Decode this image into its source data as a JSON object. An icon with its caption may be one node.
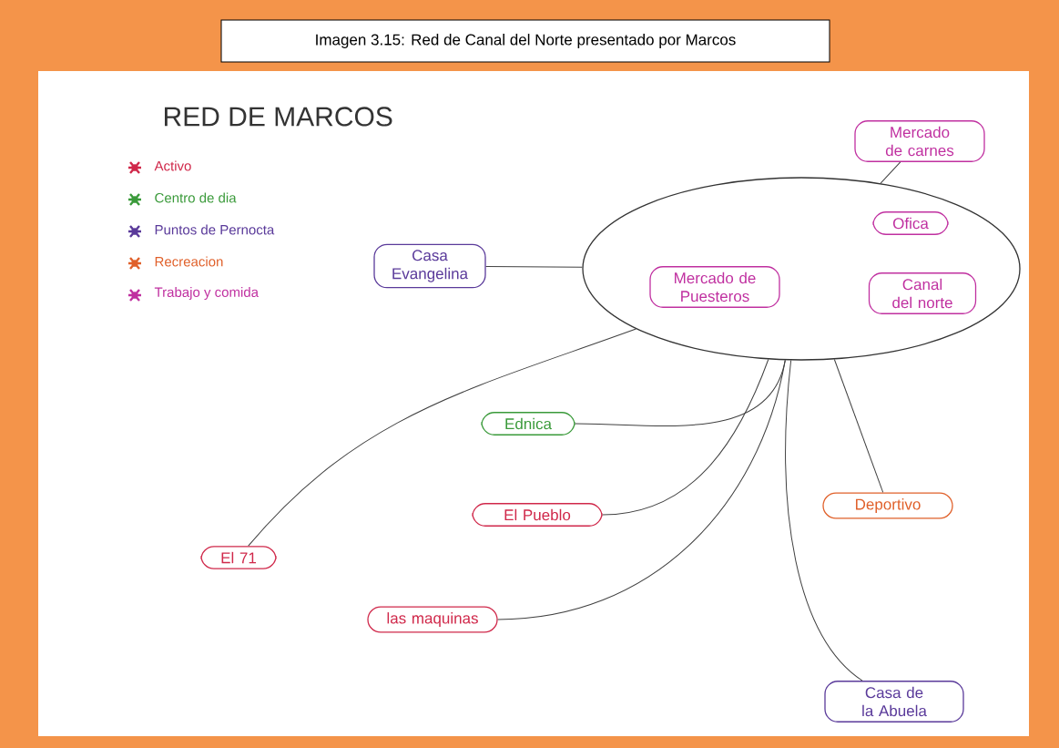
{
  "diagram": {
    "title": "Imagen 3.15: Red de Canal del Norte presentado por Marcos",
    "nodes": [
      {
        "text": [],
        "shape": "cloud"
      },
      {
        "text": [
          "Mercado de Puesteros"
        ],
        "in": 0
      },
      {
        "text": [
          "Ofica"
        ],
        "in": 0
      },
      {
        "text": [
          "Canal del norte"
        ],
        "in": 0
      },
      {
        "text": [
          "Mercado de carnes"
        ]
      },
      {
        "text": [
          "Casa Evangelina"
        ]
      },
      {
        "text": [
          "Ednica"
        ]
      },
      {
        "text": [
          "El Pueblo"
        ]
      },
      {
        "text": [
          "El 71"
        ]
      },
      {
        "text": [
          "las maquinas"
        ]
      },
      {
        "text": [
          "Deportivo"
        ]
      },
      {
        "text": [
          "Casa de la Abuela"
        ]
      }
    ],
    "edges": [
      {
        "from": 4,
        "to": 0,
        "arrow": "none"
      },
      {
        "from": 5,
        "to": 0,
        "arrow": "none"
      },
      {
        "from": 0,
        "to": 8,
        "arrow": "none"
      },
      {
        "from": 0,
        "to": 6,
        "arrow": "none"
      },
      {
        "from": 0,
        "to": 7,
        "arrow": "none"
      },
      {
        "from": 0,
        "to": 9,
        "arrow": "none"
      },
      {
        "from": 0,
        "to": 11,
        "arrow": "none"
      },
      {
        "from": 0,
        "to": 10,
        "arrow": "none"
      }
    ],
    "labels": [
      "RED DE MARCOS"
    ],
    "legend": [
      {
        "text": "Activo",
        "color": "#d0284a"
      },
      {
        "text": "Centro de dia",
        "color": "#3a9a3a"
      },
      {
        "text": "Puntos de Pernocta",
        "color": "#5a3a9a"
      },
      {
        "text": "Recreacion",
        "color": "#e0602a"
      },
      {
        "text": "Trabajo y comida",
        "color": "#c030a0"
      }
    ]
  }
}
